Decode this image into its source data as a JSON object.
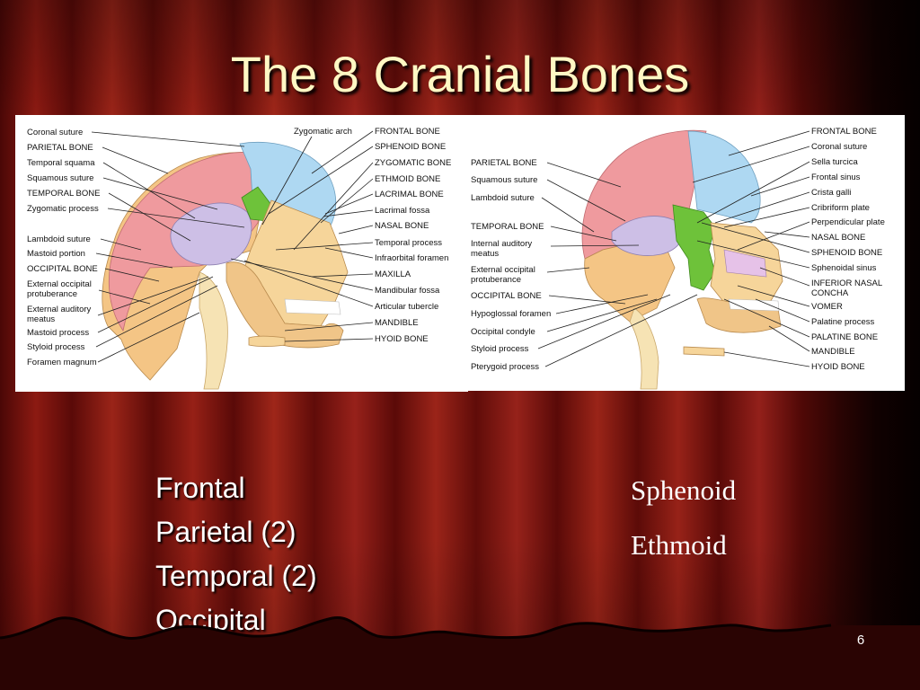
{
  "slide": {
    "title": "The 8 Cranial Bones",
    "page_number": "6",
    "list_left": [
      "Frontal",
      "Parietal (2)",
      "Temporal (2)",
      "Occipital"
    ],
    "list_right": [
      "Sphenoid",
      "Ethmoid"
    ]
  },
  "figure_left": {
    "labels_left": [
      "Coronal suture",
      "PARIETAL BONE",
      "Temporal squama",
      "Squamous suture",
      "TEMPORAL BONE",
      "Zygomatic process",
      "Lambdoid suture",
      "Mastoid portion",
      "OCCIPITAL BONE",
      "External occipital",
      "protuberance",
      "External auditory",
      "meatus",
      "Mastoid process",
      "Styloid process",
      "Foramen magnum"
    ],
    "label_top": "Zygomatic arch",
    "labels_right": [
      "FRONTAL BONE",
      "SPHENOID BONE",
      "ZYGOMATIC BONE",
      "ETHMOID BONE",
      "LACRIMAL BONE",
      "Lacrimal fossa",
      "NASAL BONE",
      "Temporal process",
      "Infraorbital foramen",
      "MAXILLA",
      "Mandibular fossa",
      "Articular tubercle",
      "MANDIBLE",
      "HYOID BONE"
    ]
  },
  "figure_right": {
    "labels_left": [
      "PARIETAL BONE",
      "Squamous suture",
      "Lambdoid suture",
      "TEMPORAL BONE",
      "Internal auditory",
      "meatus",
      "External occipital",
      "protuberance",
      "OCCIPITAL BONE",
      "Hypoglossal foramen",
      "Occipital condyle",
      "Styloid process",
      "Pterygoid process"
    ],
    "labels_right": [
      "FRONTAL BONE",
      "Coronal suture",
      "Sella turcica",
      "Frontal sinus",
      "Crista galli",
      "Cribriform plate",
      "Perpendicular plate",
      "NASAL BONE",
      "SPHENOID BONE",
      "Sphenoidal sinus",
      "INFERIOR NASAL",
      "CONCHA",
      "VOMER",
      "Palatine process",
      "PALATINE BONE",
      "MANDIBLE",
      "HYOID BONE"
    ]
  },
  "colors": {
    "title": "#fff8c4",
    "frontal": "#aed8f2",
    "parietal": "#ef9a9e",
    "temporal": "#cdbfe6",
    "occipital": "#f4c585",
    "sphenoid": "#6ec23a",
    "face": "#f6d59a",
    "curtain_dark": "#5a0a08",
    "curtain_light": "#9a2418"
  }
}
